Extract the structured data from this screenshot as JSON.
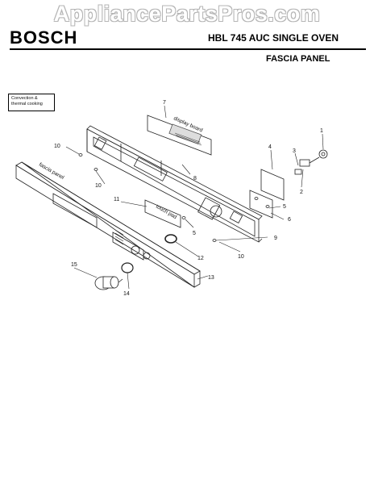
{
  "watermark": "AppliancePartsPros.com",
  "brand": "BOSCH",
  "model_title": "HBL 745 AUC SINGLE OVEN",
  "section_title": "FASCIA PANEL",
  "note_box": "Convection & thermal cooking",
  "part_labels": {
    "display_board": "display board",
    "fascia_panel": "fascia panel",
    "touch_pad": "touch pad"
  },
  "callouts": {
    "c1": "1",
    "c2": "2",
    "c3": "3",
    "c4": "4",
    "c5a": "5",
    "c5b": "5",
    "c6": "6",
    "c7": "7",
    "c8": "8",
    "c9": "9",
    "c10a": "10",
    "c10b": "10",
    "c10c": "10",
    "c11": "11",
    "c12": "12",
    "c13": "13",
    "c14": "14",
    "c15": "15"
  }
}
